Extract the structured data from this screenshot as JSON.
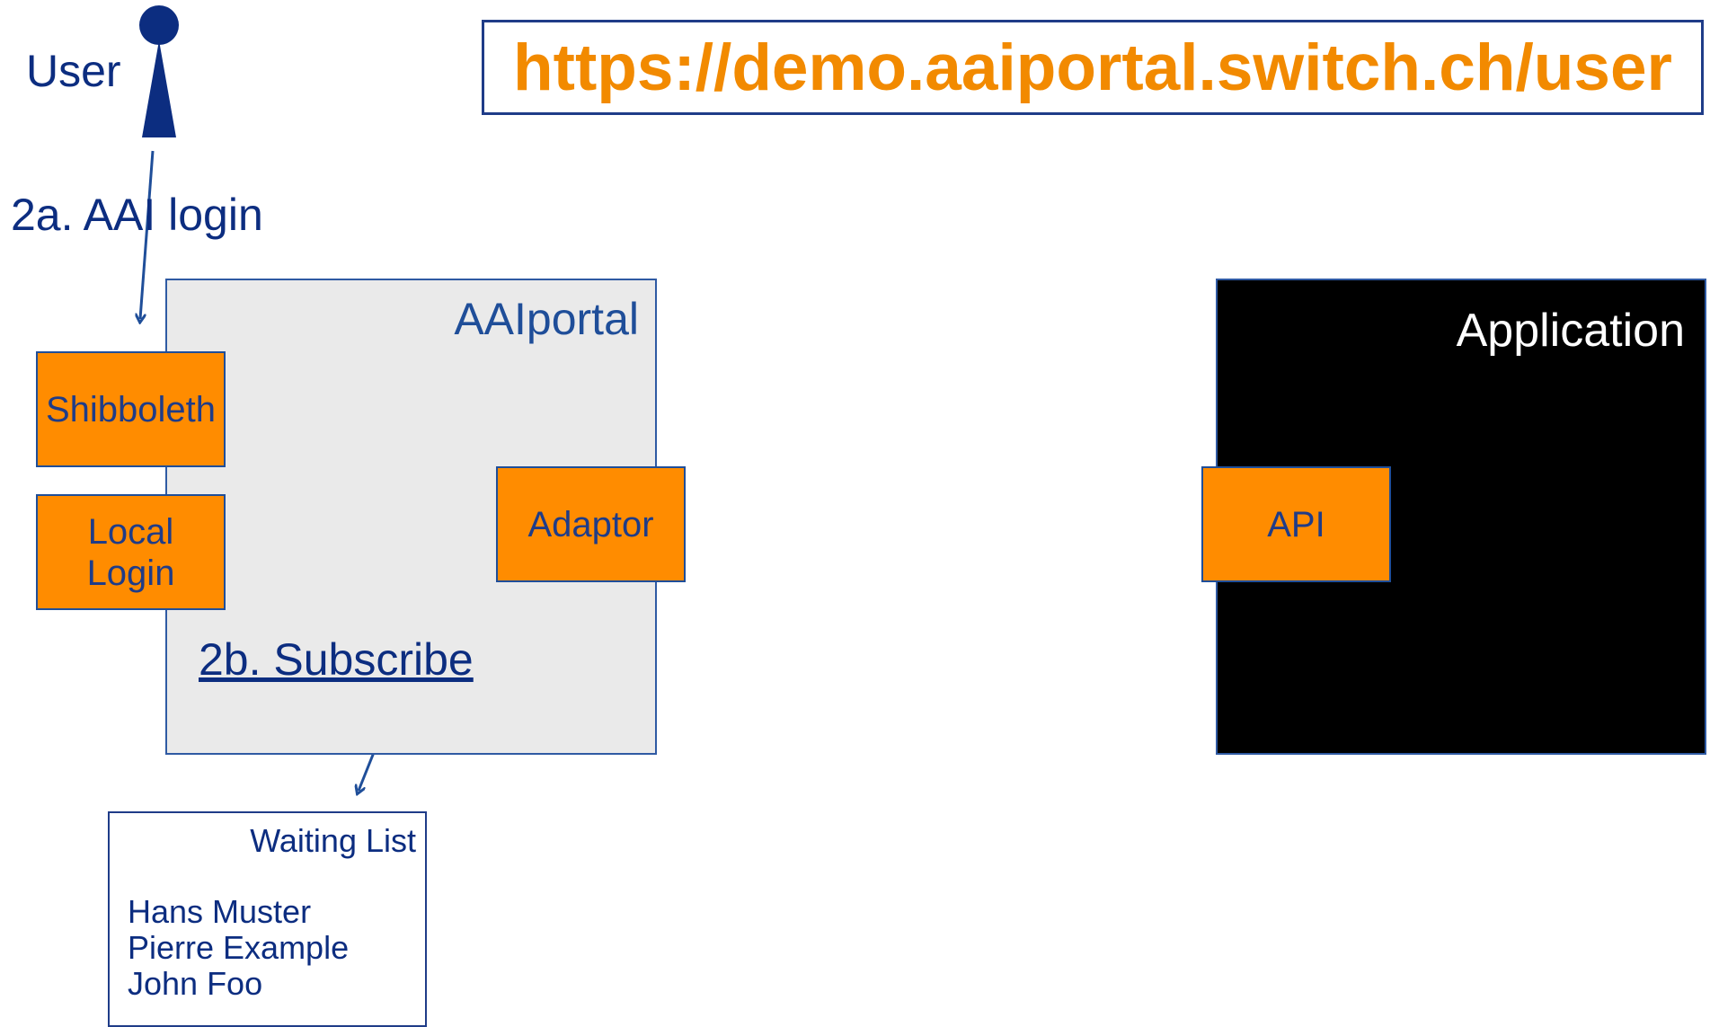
{
  "user_label": "User",
  "url": "https://demo.aaiportal.switch.ch/user",
  "steps": {
    "login": "2a. AAI login",
    "subscribe": "2b. Subscribe"
  },
  "aaiportal": {
    "title": "AAIportal",
    "modules": {
      "shibboleth": "Shibboleth",
      "local_login": "Local Login",
      "adaptor": "Adaptor"
    }
  },
  "application": {
    "title": "Application",
    "api": "API"
  },
  "waiting_list": {
    "title": "Waiting List",
    "entries": [
      "Hans Muster",
      "Pierre Example",
      "John Foo"
    ]
  },
  "colors": {
    "accent_orange": "#ff8c00",
    "url_orange": "#f28a00",
    "navy": "#0c2d80",
    "box_border": "#2f5aa3",
    "portal_fill": "#eaeaea",
    "application_fill": "#000000"
  }
}
